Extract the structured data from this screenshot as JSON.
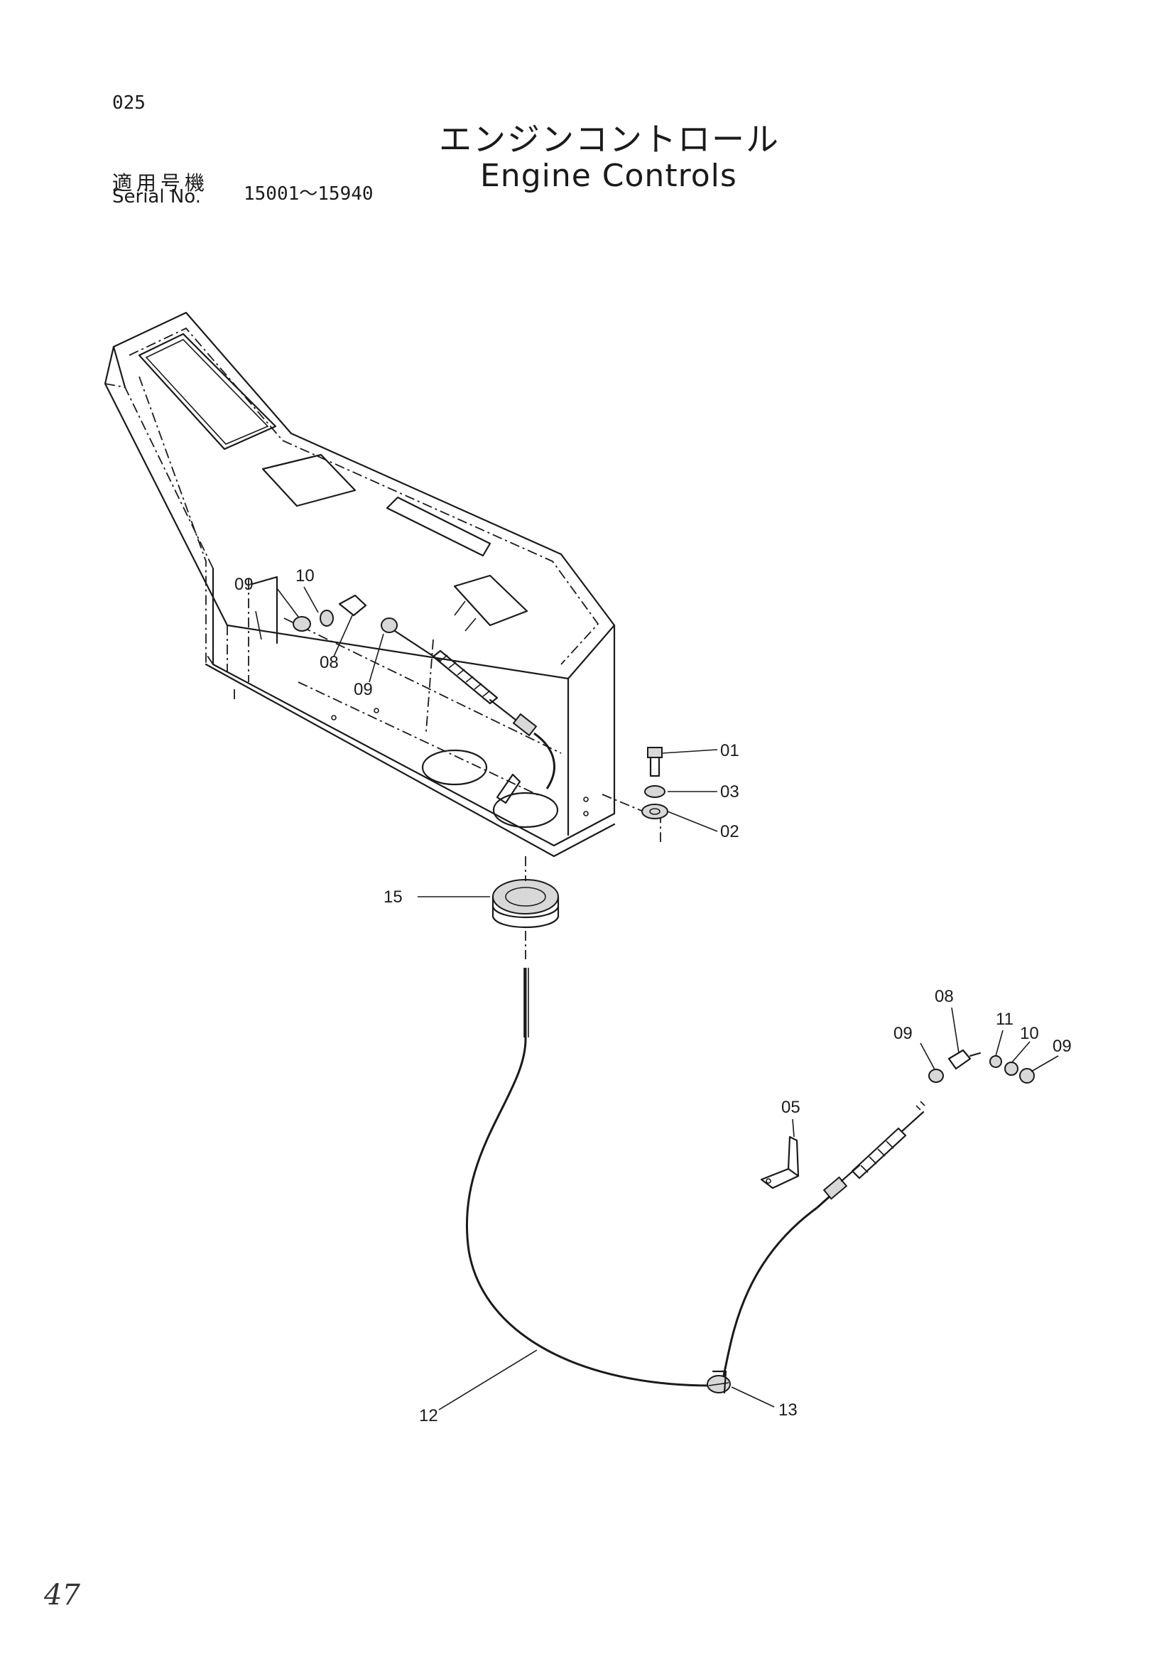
{
  "header": {
    "page_number": "025",
    "serial_label_ja": "適用号機",
    "serial_label_en": "Serial No.",
    "serial_range": "15001～15940",
    "title_ja": "エンジンコントロール",
    "title_en": "Engine Controls"
  },
  "handwritten_note": "47",
  "callouts": [
    {
      "id": "c-01",
      "label": "01"
    },
    {
      "id": "c-03",
      "label": "03"
    },
    {
      "id": "c-02",
      "label": "02"
    },
    {
      "id": "c-15",
      "label": "15"
    },
    {
      "id": "c-10a",
      "label": "10"
    },
    {
      "id": "c-09a",
      "label": "09"
    },
    {
      "id": "c-08a",
      "label": "08"
    },
    {
      "id": "c-09b",
      "label": "09"
    },
    {
      "id": "c-08b",
      "label": "08"
    },
    {
      "id": "c-11",
      "label": "11"
    },
    {
      "id": "c-10b",
      "label": "10"
    },
    {
      "id": "c-09c",
      "label": "09"
    },
    {
      "id": "c-09d",
      "label": "09"
    },
    {
      "id": "c-05",
      "label": "05"
    },
    {
      "id": "c-12",
      "label": "12"
    },
    {
      "id": "c-13",
      "label": "13"
    }
  ],
  "colors": {
    "ink": "#1a1a1a",
    "paper": "#ffffff"
  }
}
